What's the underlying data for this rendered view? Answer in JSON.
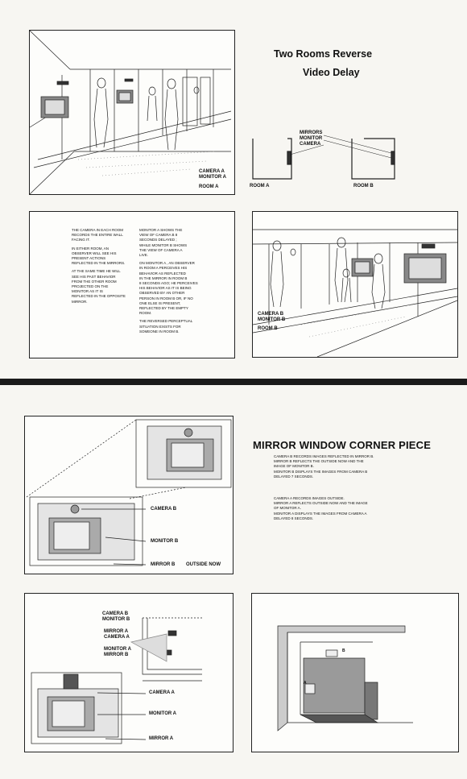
{
  "top_sheet": {
    "title_line1": "Two  Rooms  Reverse",
    "title_line2": "Video  Delay",
    "room_a_labels": {
      "camera": "CAMERA A",
      "monitor": "MONITOR A",
      "room": "ROOM A"
    },
    "plan_labels": {
      "mirrors": "MIRRORS",
      "monitor": "MONITOR",
      "camera": "CAMERA",
      "room_a": "ROOM  A",
      "room_b": "ROOM  B"
    },
    "text_col1": [
      "THE CAMERA IN EACH ROOM",
      "RECORDS THE ENTIRE WALL",
      "FACING IT.",
      "",
      "IN EITHER ROOM, AN",
      "OBSERVER WILL SEE HIS",
      "PRESENT ACTIONS",
      "REFLECTED IN THE MIRRORS.",
      "",
      "AT THE SAME TIME HE WILL",
      "SEE HIS PAST BEHAVIOR",
      "FROM THE OTHER ROOM",
      "PROJECTED ON THE",
      "MONITOR AS IT IS",
      "REFLECTED IN THE OPPOSITE",
      "MIRROR."
    ],
    "text_col2": [
      "MONITOR A SHOWS THE",
      "VIEW OF CAMERA B  8",
      "SECONDS DELAYED ;",
      "WHILE MONITOR B SHOWS",
      "THE VIEW OF CAMERA A",
      "LIVE.",
      "",
      "ON MONITOR A , AN OBSERVER",
      "IN ROOM A PERCEIVES HIS",
      "BEHAVIOR AS REFLECTED",
      "IN THE MIRROR IN ROOM B",
      "8 SECONDS AGO; HE PERCEIVES",
      "HIS BEHAVIOR AS IT IS BEING",
      "OBSERVED BY AN OTHER",
      "PERSON IN ROOM B OR, IF NO",
      "ONE ELSE IS PRESENT,",
      "REFLECTED BY THE EMPTY",
      "ROOM.",
      "",
      "THE REVERSED PERCEPTUAL",
      "SITUATION EXISTS FOR",
      "SOMEONE IN ROOM B."
    ],
    "room_b_labels": {
      "camera": "CAMERA B",
      "monitor": "MONITOR B",
      "room": "ROOM B"
    }
  },
  "bottom_sheet": {
    "title": "MIRROR WINDOW CORNER   PIECE",
    "desc_block1": [
      "CAMERA B RECORDS IMAGES REFLECTED IN MIRROR B.",
      "MIRROR B REFLECTS THE OUTSIDE NOW AND THE",
      "IMAGE OF MONITOR B.",
      "MONITOR B DISPLAYS THE IMAGES FROM CAMERA B",
      "DELAYED 7 SECONDS."
    ],
    "desc_block2": [
      "CAMERA A RECORDS IMAGES OUTSIDE.",
      "MIRROR A REFLECTS OUTSIDE NOW AND THE IMAGE",
      "OF MONITOR A.",
      "MONITOR A DISPLAYS THE IMAGES FROM CAMERA A",
      "DELAYED 8 SECONDS."
    ],
    "panel1_labels": {
      "camera": "CAMERA B",
      "monitor": "MONITOR B",
      "mirror": "MIRROR B",
      "outside": "OUTSIDE NOW"
    },
    "panel2_labels": {
      "camera_b": "CAMERA B",
      "monitor_b": "MONITOR B",
      "mirror_a": "MIRROR A",
      "camera_a": "CAMERA A",
      "monitor_a": "MONITOR A",
      "mirror_b": "MIRROR B",
      "lower_camera": "CAMERA A",
      "lower_monitor": "MONITOR A",
      "lower_mirror": "MIRROR A"
    },
    "panel3_labels": {
      "b": "B",
      "a": "A"
    }
  }
}
